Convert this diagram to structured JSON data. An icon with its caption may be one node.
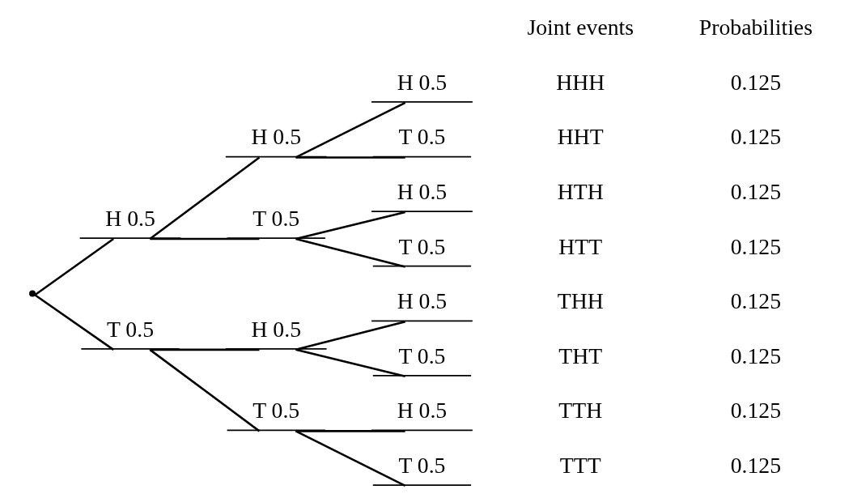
{
  "diagram": {
    "nodes": [
      {
        "text": [],
        "shape": "point"
      },
      {
        "text": [
          "H 0.5"
        ]
      },
      {
        "text": [
          "H 0.5"
        ]
      },
      {
        "text": [
          "H 0.5"
        ]
      },
      {
        "text": [
          "T 0.5"
        ]
      },
      {
        "text": [
          "T 0.5"
        ]
      },
      {
        "text": [
          "H 0.5"
        ]
      },
      {
        "text": [
          "T 0.5"
        ]
      },
      {
        "text": [
          "T 0.5"
        ]
      },
      {
        "text": [
          "H 0.5"
        ]
      },
      {
        "text": [
          "H 0.5"
        ]
      },
      {
        "text": [
          "T 0.5"
        ]
      },
      {
        "text": [
          "T 0.5"
        ]
      },
      {
        "text": [
          "H 0.5"
        ]
      },
      {
        "text": [
          "T 0.5"
        ]
      }
    ],
    "edges": [
      {
        "from": 0,
        "to": 1,
        "arrow": "none"
      },
      {
        "from": 1,
        "to": 2,
        "arrow": "none"
      },
      {
        "from": 2,
        "to": 3,
        "arrow": "none"
      },
      {
        "from": 2,
        "to": 4,
        "arrow": "none"
      },
      {
        "from": 1,
        "to": 5,
        "arrow": "none"
      },
      {
        "from": 5,
        "to": 6,
        "arrow": "none"
      },
      {
        "from": 5,
        "to": 7,
        "arrow": "none"
      },
      {
        "from": 0,
        "to": 8,
        "arrow": "none"
      },
      {
        "from": 8,
        "to": 9,
        "arrow": "none"
      },
      {
        "from": 9,
        "to": 10,
        "arrow": "none"
      },
      {
        "from": 9,
        "to": 11,
        "arrow": "none"
      },
      {
        "from": 8,
        "to": 12,
        "arrow": "none"
      },
      {
        "from": 12,
        "to": 13,
        "arrow": "none"
      },
      {
        "from": 12,
        "to": 14,
        "arrow": "none"
      }
    ],
    "labels": [
      "Joint events",
      "Probabilities",
      "HHH",
      "0.125",
      "HHT",
      "0.125",
      "HTH",
      "0.125",
      "HTT",
      "0.125",
      "THH",
      "0.125",
      "THT",
      "0.125",
      "TTH",
      "0.125",
      "TTT",
      "0.125"
    ]
  }
}
